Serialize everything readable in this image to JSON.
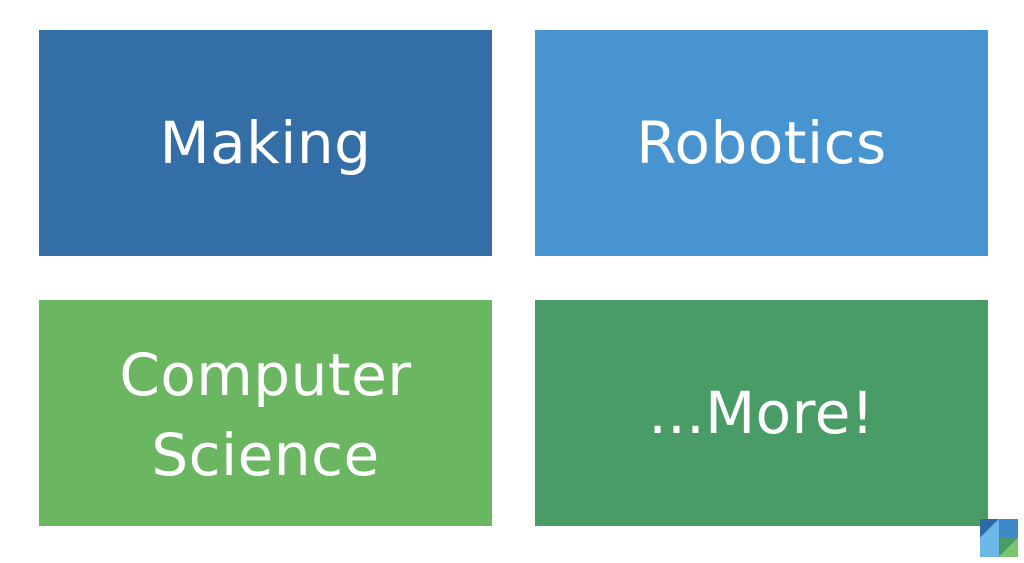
{
  "tiles": [
    {
      "label": "Making",
      "color": "#336ea6"
    },
    {
      "label": "Robotics",
      "color": "#4894d0"
    },
    {
      "label": "Computer\nScience",
      "color": "#6bb661"
    },
    {
      "label": "...More!",
      "color": "#4a9c66"
    }
  ],
  "logo": {
    "icon": "corner-logo-icon",
    "colors": [
      "#2f6aa6",
      "#3f88c9",
      "#6cb8e8",
      "#4a9c66",
      "#7cc36d"
    ]
  }
}
